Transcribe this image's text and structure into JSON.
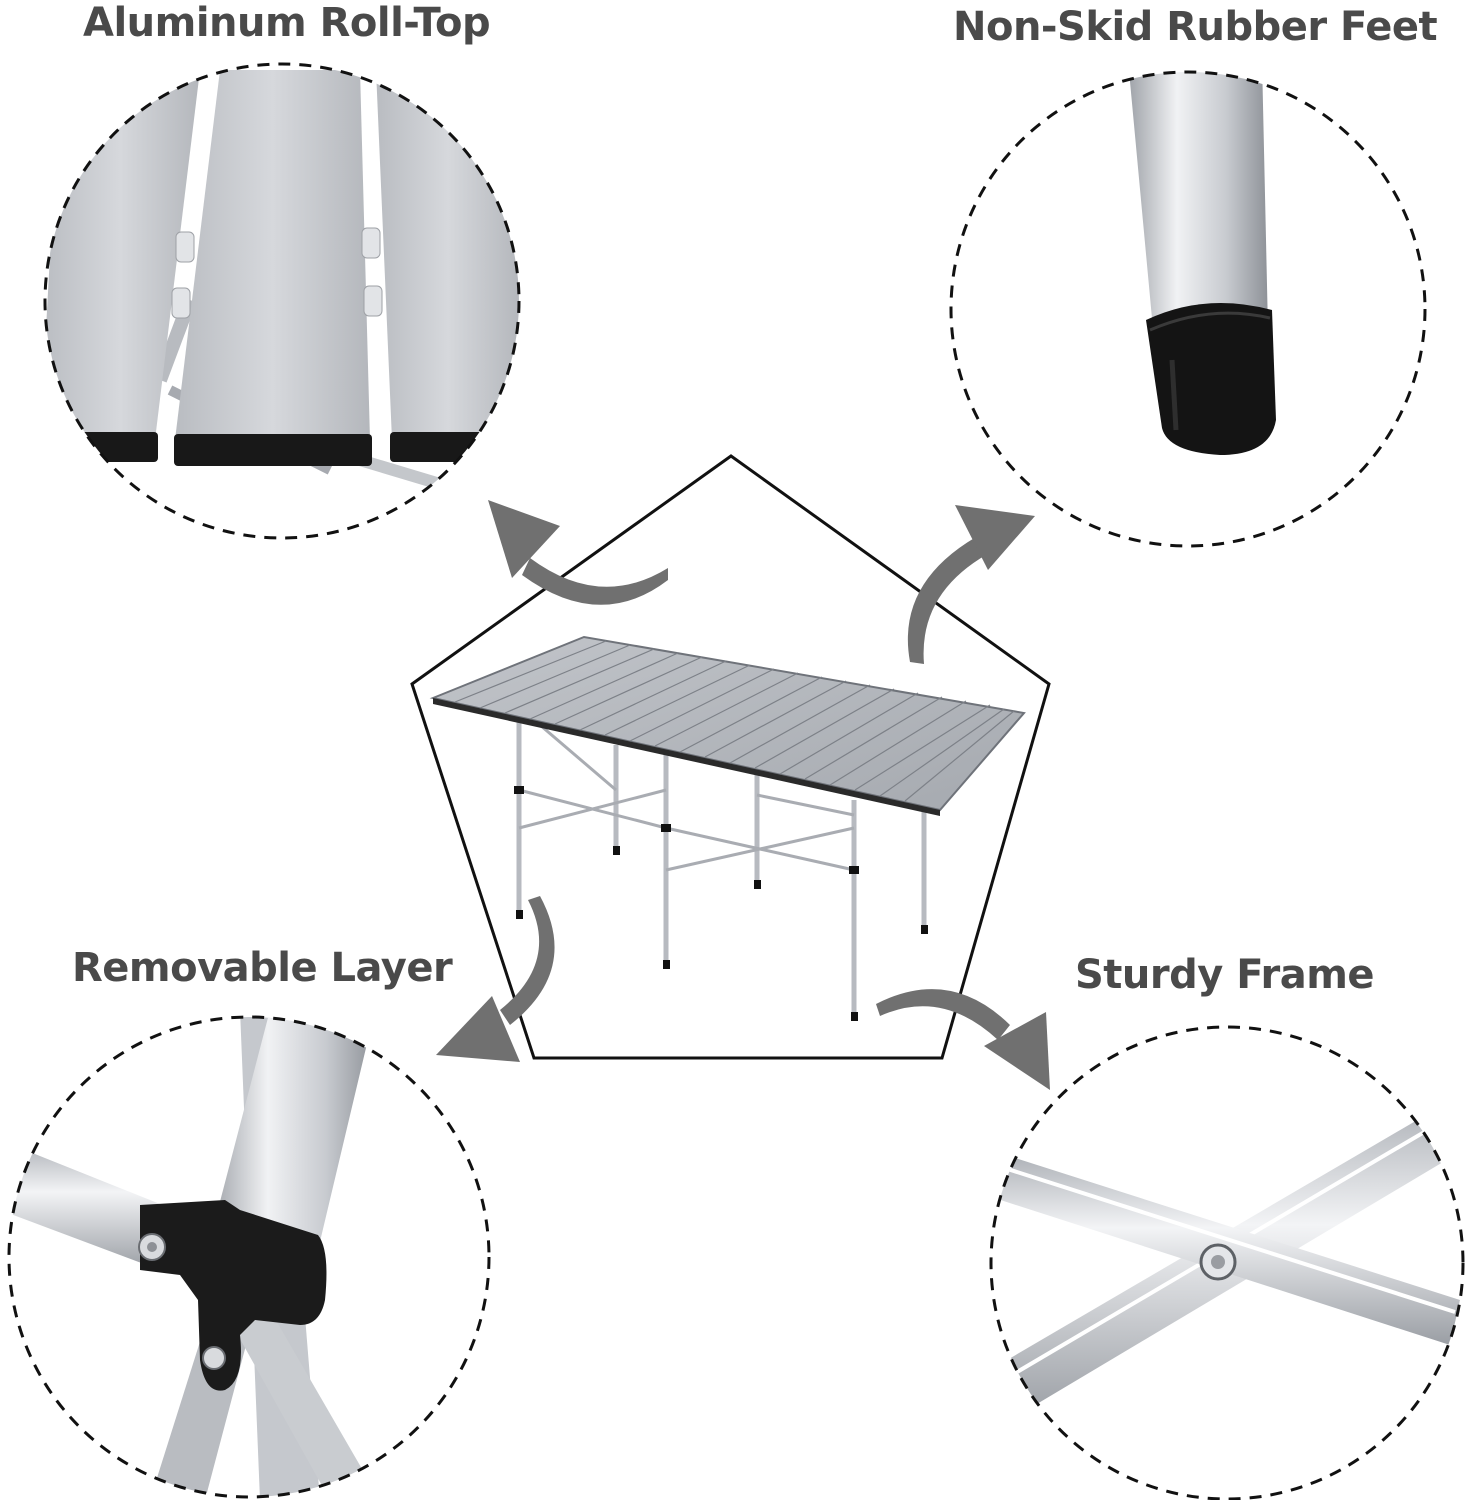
{
  "features": {
    "roll_top": {
      "label": "Aluminum Roll-Top"
    },
    "rubber_feet": {
      "label": "Non-Skid Rubber Feet"
    },
    "removable_layer": {
      "label": "Removable Layer"
    },
    "sturdy_frame": {
      "label": "Sturdy Frame"
    }
  },
  "colors": {
    "label_text": "#4a4a4a",
    "arrow": "#707070",
    "aluminum": "#c9ccd1",
    "outline": "#1a1a1a",
    "rubber": "#151515"
  }
}
